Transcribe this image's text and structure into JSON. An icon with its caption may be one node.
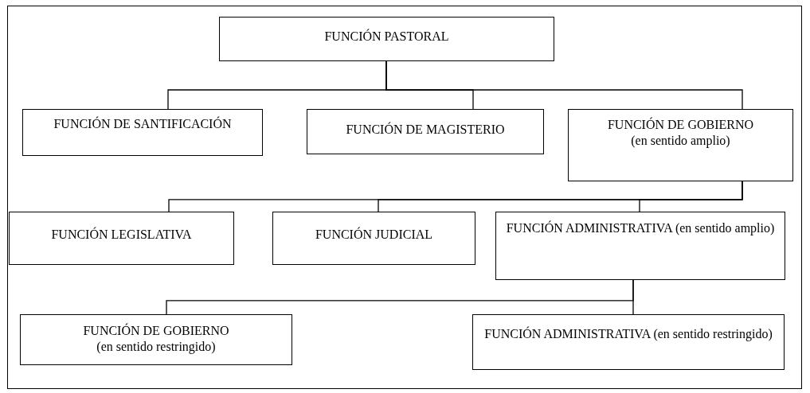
{
  "diagram": {
    "nodes": [
      {
        "text": [
          "FUNCIÓN PASTORAL"
        ]
      },
      {
        "text": [
          "FUNCIÓN DE SANTIFICACIÓN"
        ]
      },
      {
        "text": [
          "FUNCIÓN DE MAGISTERIO"
        ]
      },
      {
        "text": [
          "FUNCIÓN DE GOBIERNO",
          "(en sentido amplio)"
        ]
      },
      {
        "text": [
          "FUNCIÓN LEGISLATIVA"
        ]
      },
      {
        "text": [
          "FUNCIÓN JUDICIAL"
        ]
      },
      {
        "text": [
          "FUNCIÓN ADMINISTRATIVA (en sentido amplio)"
        ]
      },
      {
        "text": [
          "FUNCIÓN DE GOBIERNO",
          "(en sentido restringido)"
        ]
      },
      {
        "text": [
          "FUNCIÓN ADMINISTRATIVA (en sentido restringido)"
        ]
      }
    ],
    "edges": [
      {
        "from": 0,
        "to": 1,
        "arrow": "none"
      },
      {
        "from": 0,
        "to": 2,
        "arrow": "none"
      },
      {
        "from": 0,
        "to": 3,
        "arrow": "none"
      },
      {
        "from": 3,
        "to": 4,
        "arrow": "none"
      },
      {
        "from": 3,
        "to": 5,
        "arrow": "none"
      },
      {
        "from": 3,
        "to": 6,
        "arrow": "none"
      },
      {
        "from": 6,
        "to": 7,
        "arrow": "none"
      },
      {
        "from": 6,
        "to": 8,
        "arrow": "none"
      }
    ]
  }
}
